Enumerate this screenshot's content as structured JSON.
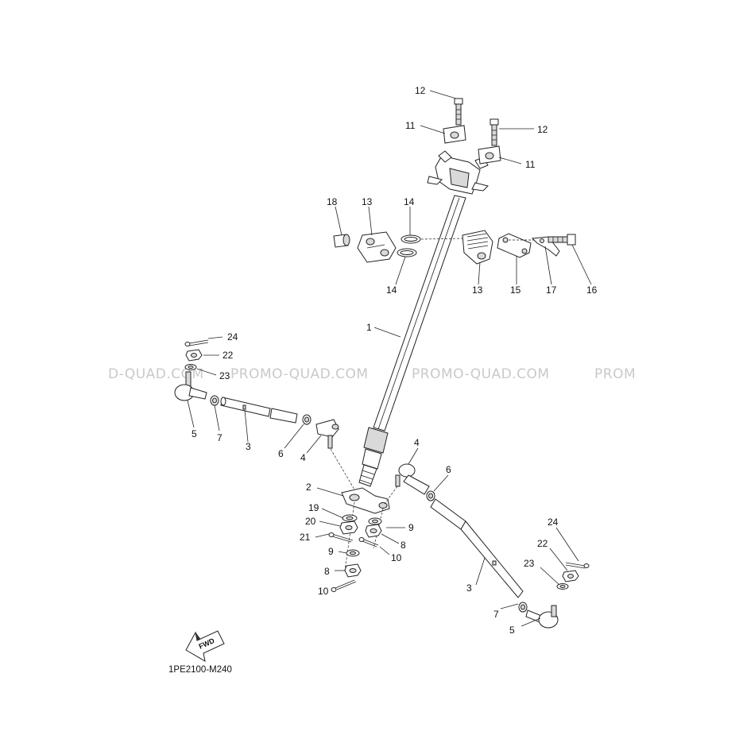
{
  "watermark": {
    "text_1": "D-QUAD.COM",
    "text_2": "PROMO-QUAD.COM",
    "text_3": "PROMO-QUAD.COM",
    "text_4": "PROM"
  },
  "diagram_code": "1PE2100-M240",
  "fwd_label": "FWD",
  "callouts": {
    "c1": "1",
    "c2": "2",
    "c3a": "3",
    "c3b": "3",
    "c4a": "4",
    "c4b": "4",
    "c5a": "5",
    "c5b": "5",
    "c6a": "6",
    "c6b": "6",
    "c7a": "7",
    "c7b": "7",
    "c8a": "8",
    "c8b": "8",
    "c9a": "9",
    "c9b": "9",
    "c10a": "10",
    "c10b": "10",
    "c11a": "11",
    "c11b": "11",
    "c12a": "12",
    "c12b": "12",
    "c13a": "13",
    "c13b": "13",
    "c14a": "14",
    "c14b": "14",
    "c15": "15",
    "c16": "16",
    "c17": "17",
    "c18": "18",
    "c19": "19",
    "c20": "20",
    "c21": "21",
    "c22a": "22",
    "c22b": "22",
    "c23a": "23",
    "c23b": "23",
    "c24a": "24",
    "c24b": "24"
  }
}
